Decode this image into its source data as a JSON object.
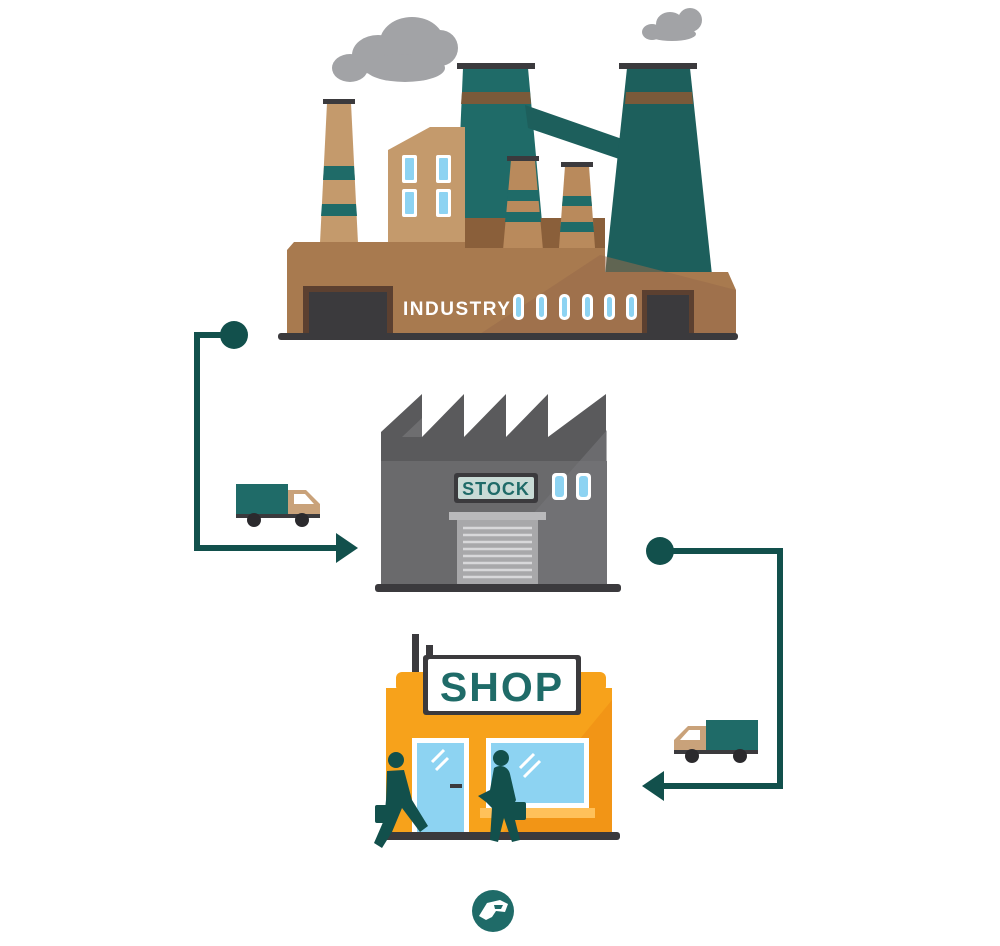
{
  "colors": {
    "teal": "#1f6b68",
    "teal_dark": "#1d5f5c",
    "connector": "#12504c",
    "brown": "#a87a4f",
    "brown_light": "#c49a6c",
    "tan": "#c9a27a",
    "smoke": "#a2a3a6",
    "gray_body": "#6a6a6c",
    "gray_roof": "#5a5a5c",
    "orange": "#f7a21b",
    "orange_dark": "#ef8b12",
    "glass": "#8dd3f2",
    "sign_bg": "#c9dbd6",
    "ground": "#3b3a3d"
  },
  "industry": {
    "label": "INDUSTRY",
    "icon": "factory-icon"
  },
  "stock": {
    "label": "STOCK",
    "icon": "warehouse-icon"
  },
  "shop": {
    "label": "SHOP",
    "icon": "shop-icon"
  },
  "trucks": [
    {
      "icon": "delivery-truck-icon",
      "direction": "right"
    },
    {
      "icon": "delivery-truck-icon",
      "direction": "left"
    }
  ],
  "logo": {
    "icon": "brand-logo-icon"
  }
}
